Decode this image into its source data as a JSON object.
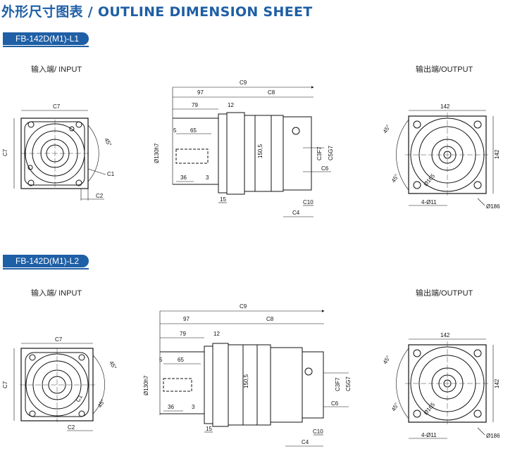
{
  "title": "外形尺寸图表 / OUTLINE DIMENSION SHEET",
  "sections": [
    {
      "model": "FB-142D(M1)-L1",
      "input_label": "输入端/ INPUT",
      "output_label": "输出端/OUTPUT"
    },
    {
      "model": "FB-142D(M1)-L2",
      "input_label": "输入端/ INPUT",
      "output_label": "输出端/OUTPUT"
    }
  ],
  "dims": {
    "c7": "C7",
    "c1": "C1",
    "c2": "C2",
    "angle45": "45°",
    "c9": "C9",
    "d97": "97",
    "c8": "C8",
    "d79": "79",
    "d12": "12",
    "d5": "5",
    "d65": "65",
    "d150": "150,5",
    "d130": "Ø130h7",
    "d36": "36",
    "d3": "3",
    "d15": "15",
    "c3": "C3F7",
    "c5": "C5G7",
    "c6": "C6",
    "c10": "C10",
    "c4": "C4",
    "d142": "142",
    "d165": "Ø165",
    "d11": "4-Ø11",
    "d186": "Ø186"
  }
}
